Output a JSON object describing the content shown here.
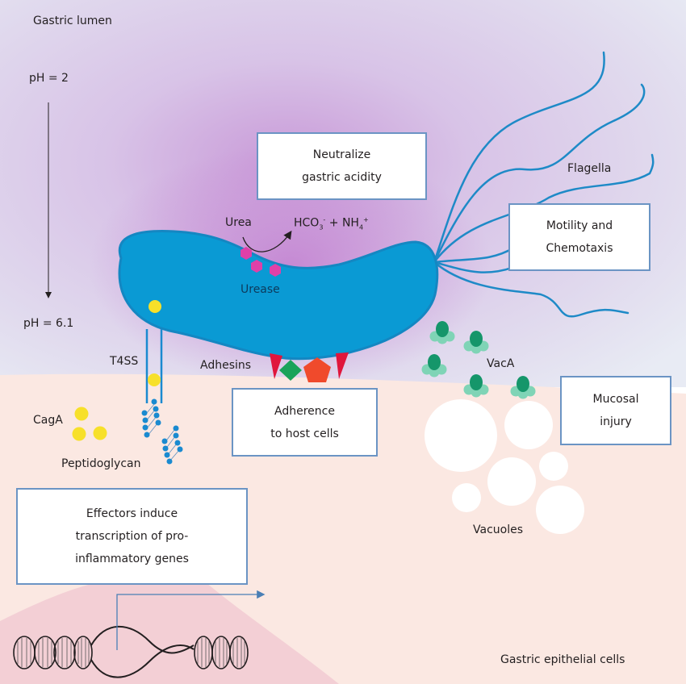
{
  "colors": {
    "lumen_top": "#e6e9f3",
    "lumen_purple": "#d7c2e6",
    "epithelium": "#fbe8e2",
    "nucleus": "#f3cfd5",
    "bacterium": "#0a9ad4",
    "bacterium_stroke": "#1487c2",
    "flagella": "#1e8ac7",
    "urease": "#e040a8",
    "cagA": "#f7e02a",
    "peptidoglycan": "#1a8ad0",
    "vacA_dark": "#15966a",
    "vacA_light": "#7fd4b6",
    "adhesin_red": "#e0163c",
    "adhesin_green": "#1aa35a",
    "adhesin_orange": "#f04a2c",
    "box_border": "#6b94c4",
    "arrow_blue": "#4a7fb5"
  },
  "labels": {
    "gastric_lumen": "Gastric lumen",
    "ph_top": "pH = 2",
    "ph_bottom": "pH = 6.1",
    "urea": "Urea",
    "hco3": "HCO",
    "hco3_sub": "3",
    "hco3_sup": "-",
    "plus": " + NH",
    "nh4_sub": "4",
    "nh4_sup": "+",
    "urease": "Urease",
    "flagella": "Flagella",
    "t4ss": "T4SS",
    "adhesins": "Adhesins",
    "caga": "CagA",
    "peptidoglycan": "Peptidoglycan",
    "vaca": "VacA",
    "vacuoles": "Vacuoles",
    "gastric_epithelial_cells": "Gastric epithelial cells"
  },
  "boxes": {
    "neutralize": [
      "Neutralize",
      "gastric acidity"
    ],
    "motility": [
      "Motility and",
      "Chemotaxis"
    ],
    "adherence": [
      "Adherence",
      "to host cells"
    ],
    "mucosal": [
      "Mucosal",
      "injury"
    ],
    "effectors": [
      "Effectors induce",
      "transcription of pro-",
      "inflammatory genes"
    ]
  }
}
